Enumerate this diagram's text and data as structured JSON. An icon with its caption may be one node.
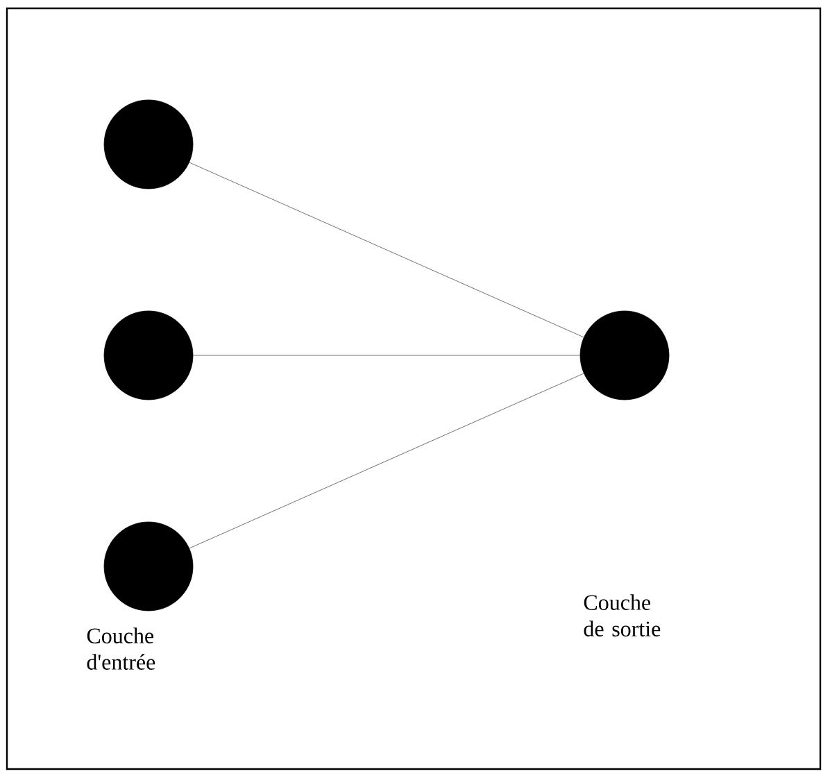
{
  "diagram": {
    "nodes": [
      {
        "text": [],
        "shape": "circle"
      },
      {
        "text": [],
        "shape": "circle"
      },
      {
        "text": [],
        "shape": "circle"
      },
      {
        "text": [],
        "shape": "circle"
      }
    ],
    "edges": [
      {
        "from": 0,
        "to": 3,
        "arrow": "none"
      },
      {
        "from": 1,
        "to": 3,
        "arrow": "none"
      },
      {
        "from": 2,
        "to": 3,
        "arrow": "none"
      }
    ],
    "labels": [
      "Couche d'entrée",
      "Couche de sortie"
    ]
  }
}
